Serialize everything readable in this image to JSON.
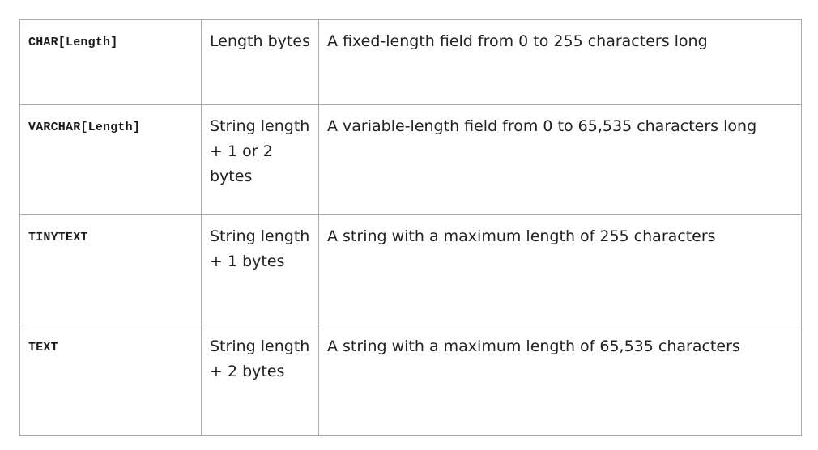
{
  "table": {
    "rows": [
      {
        "type": "CHAR[Length]",
        "size": "Length bytes",
        "description": "A fixed-length field from 0 to 255 characters long"
      },
      {
        "type": "VARCHAR[Length]",
        "size": "String length + 1 or 2 bytes",
        "description": "A variable-length field from 0 to 65,535 characters long"
      },
      {
        "type": "TINYTEXT",
        "size": "String length + 1 bytes",
        "description": "A string with a maximum length of 255 characters"
      },
      {
        "type": "TEXT",
        "size": "String length + 2 bytes",
        "description": "A string with a maximum length of 65,535 characters"
      }
    ]
  }
}
